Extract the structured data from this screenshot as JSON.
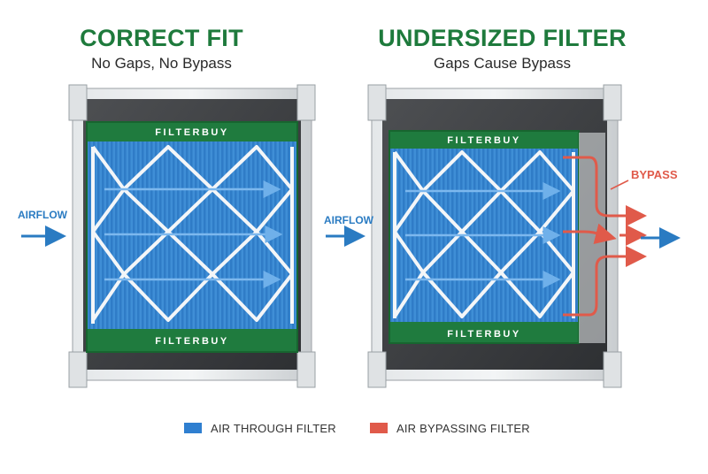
{
  "left_panel": {
    "title": "CORRECT FIT",
    "subtitle": "No Gaps, No Bypass",
    "airflow_label": "AIRFLOW",
    "brand_top": "FILTERBUY",
    "brand_bottom": "FILTERBUY"
  },
  "right_panel": {
    "title": "UNDERSIZED FILTER",
    "subtitle": "Gaps Cause Bypass",
    "airflow_label": "AIRFLOW",
    "brand_top": "FILTERBUY",
    "brand_bottom": "FILTERBUY",
    "bypass_label": "BYPASS"
  },
  "legend": {
    "items": [
      {
        "label": "AIR THROUGH FILTER",
        "color": "#2f7fd0"
      },
      {
        "label": "AIR BYPASSING FILTER",
        "color": "#e05a4a"
      }
    ]
  },
  "colors": {
    "green": "#1e7a3c",
    "blue": "#2a7bc2",
    "red": "#e05a4a",
    "frame": "#cfd3d6"
  }
}
